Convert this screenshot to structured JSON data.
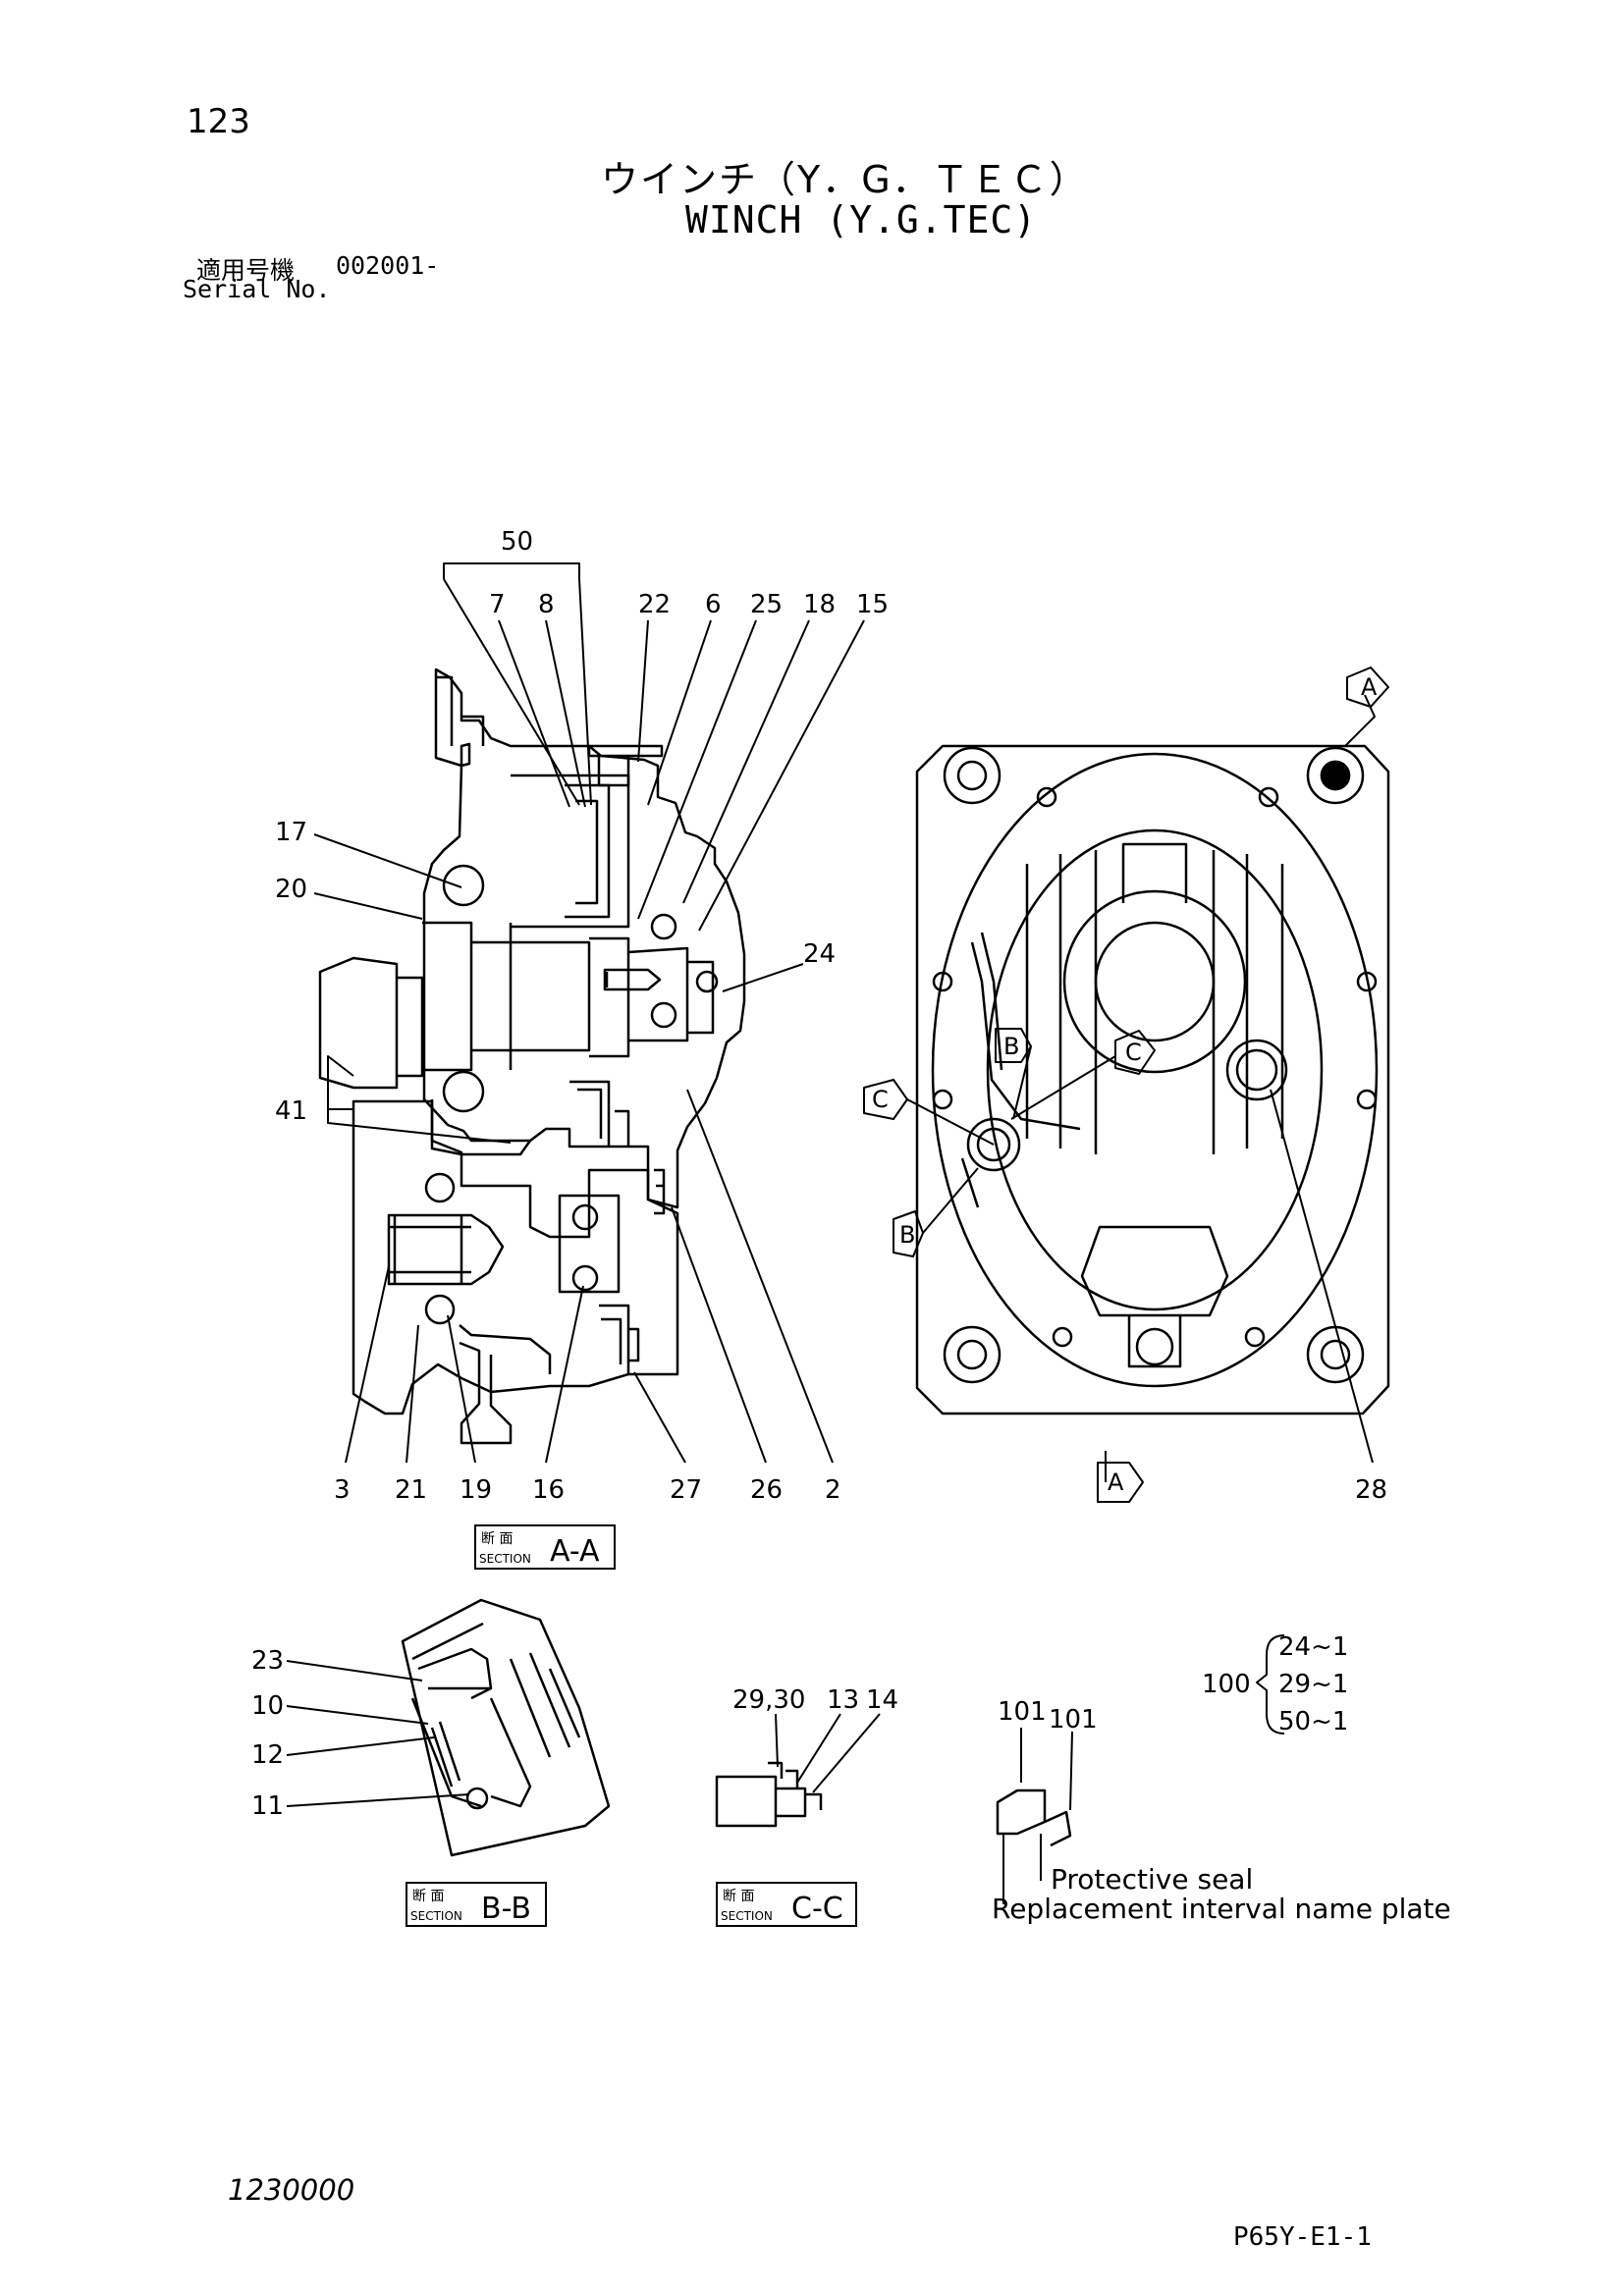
{
  "header": {
    "page_number": "123",
    "title_ja": "ウインチ（Y．G．ＴＥＣ）",
    "title_en": "WINCH (Y.G.TEC)",
    "serial_label_ja": "適用号機",
    "serial_value": "002001-",
    "serial_label_en": "Serial No."
  },
  "callouts": {
    "c50": "50",
    "c7": "7",
    "c8": "8",
    "c22": "22",
    "c6": "6",
    "c25": "25",
    "c18": "18",
    "c15": "15",
    "c17": "17",
    "c20": "20",
    "c24": "24",
    "c41": "41",
    "c3": "3",
    "c21": "21",
    "c19": "19",
    "c16": "16",
    "c27": "27",
    "c26": "26",
    "c2": "2",
    "c28": "28",
    "c23": "23",
    "c10": "10",
    "c12": "12",
    "c11": "11",
    "c2930": "29,30",
    "c13": "13",
    "c14": "14",
    "c101a": "101",
    "c101b": "101"
  },
  "section_markers": {
    "a": "A",
    "b": "B",
    "c": "C"
  },
  "sections": [
    {
      "kanji": "断 面",
      "word": "SECTION",
      "label": "A-A"
    },
    {
      "kanji": "断 面",
      "word": "SECTION",
      "label": "B-B"
    },
    {
      "kanji": "断 面",
      "word": "SECTION",
      "label": "C-C"
    }
  ],
  "kit": {
    "number": "100",
    "items": [
      "24~1",
      "29~1",
      "50~1"
    ]
  },
  "notes": {
    "protective_seal": "Protective seal",
    "replacement_plate": "Replacement interval name plate"
  },
  "footer": {
    "doc_code": "1230000",
    "page_code": "P65Y-E1-1"
  }
}
